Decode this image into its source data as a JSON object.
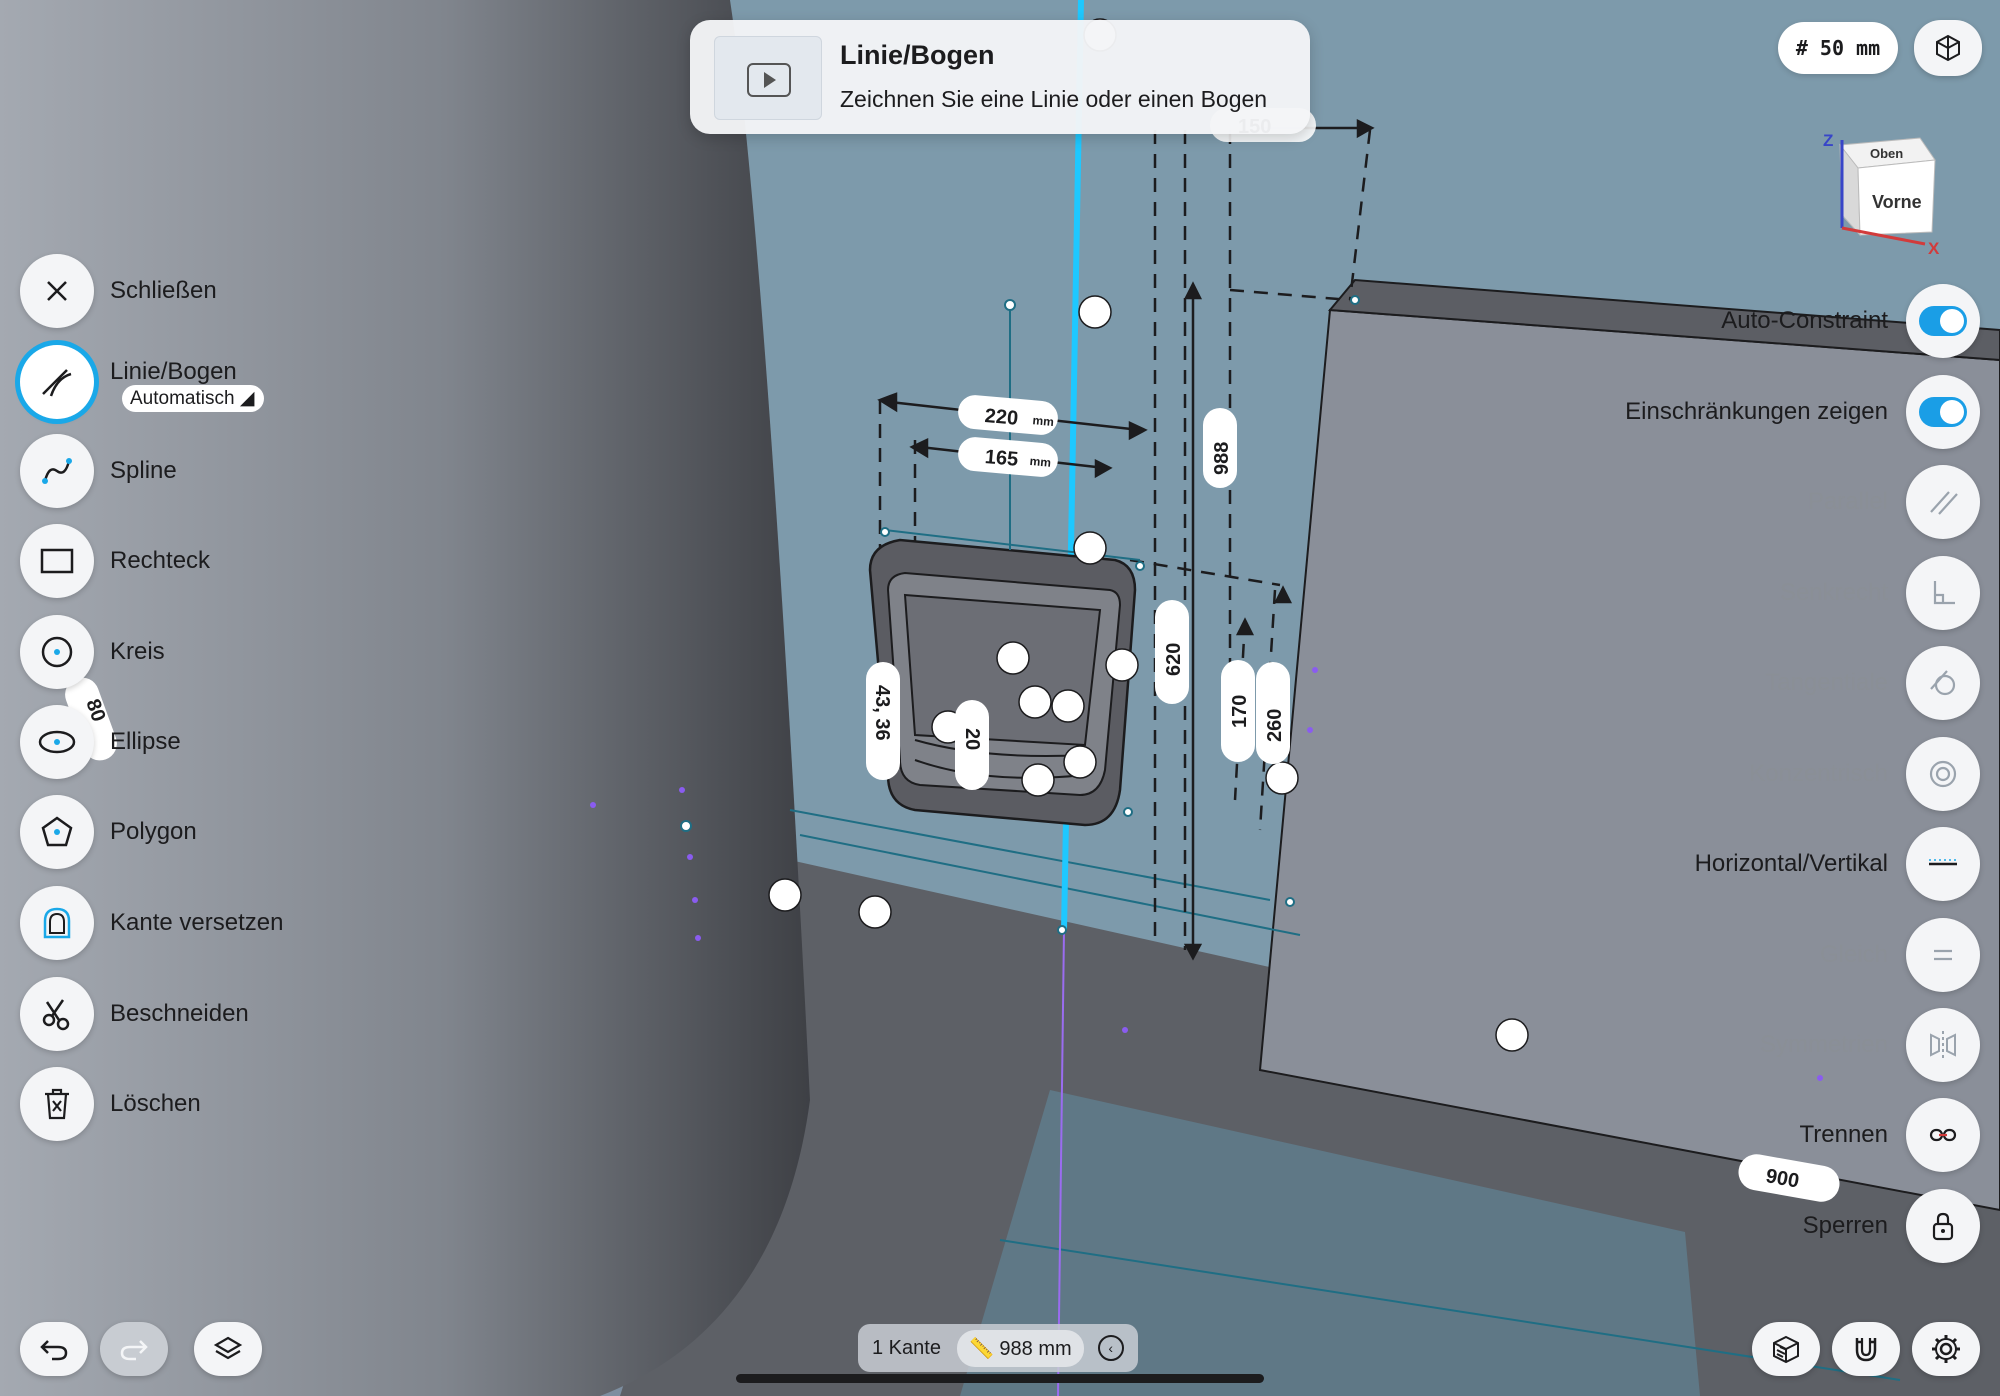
{
  "tooltip": {
    "title": "Linie/Bogen",
    "description": "Zeichnen Sie eine Linie oder einen Bogen"
  },
  "grid_size": "# 50 mm",
  "view_cube": {
    "top": "Oben",
    "front": "Vorne",
    "axis_z": "Z",
    "axis_x": "X"
  },
  "tools": [
    {
      "label": "Schließen",
      "icon": "close-icon"
    },
    {
      "label": "Linie/Bogen",
      "icon": "line-arc-icon",
      "sub": "Automatisch"
    },
    {
      "label": "Spline",
      "icon": "spline-icon"
    },
    {
      "label": "Rechteck",
      "icon": "rectangle-icon"
    },
    {
      "label": "Kreis",
      "icon": "circle-icon"
    },
    {
      "label": "Ellipse",
      "icon": "ellipse-icon"
    },
    {
      "label": "Polygon",
      "icon": "polygon-icon"
    },
    {
      "label": "Kante versetzen",
      "icon": "offset-edge-icon"
    },
    {
      "label": "Beschneiden",
      "icon": "trim-icon"
    },
    {
      "label": "Löschen",
      "icon": "delete-icon"
    }
  ],
  "constraints": [
    {
      "label": "Auto-Constraint",
      "enabled": true,
      "toggle": true
    },
    {
      "label": "Einschränkungen zeigen",
      "enabled": true,
      "toggle": true
    },
    {
      "label": "Parallel",
      "enabled": false
    },
    {
      "label": "Senkrecht",
      "enabled": false
    },
    {
      "label": "Tangentiale",
      "enabled": false
    },
    {
      "label": "Konzentrisch",
      "enabled": false
    },
    {
      "label": "Horizontal/Vertikal",
      "enabled": true
    },
    {
      "label": "Gleich",
      "enabled": false
    },
    {
      "label": "Symmetrien",
      "enabled": false
    },
    {
      "label": "Trennen",
      "enabled": true
    },
    {
      "label": "Sperren",
      "enabled": true
    }
  ],
  "dimensions": {
    "d220": "220",
    "d165": "165",
    "d988": "988",
    "d620": "620",
    "d170": "170",
    "d260": "260",
    "d43": "43, 36",
    "d20": "20",
    "d80": "80",
    "d150": "150",
    "d900": "900",
    "unit": "mm"
  },
  "status": {
    "selection": "1 Kante",
    "length": "988 mm"
  },
  "colors": {
    "accent": "#1aa8e8",
    "wall": "#7d9aab",
    "floor": "#5f6166"
  }
}
